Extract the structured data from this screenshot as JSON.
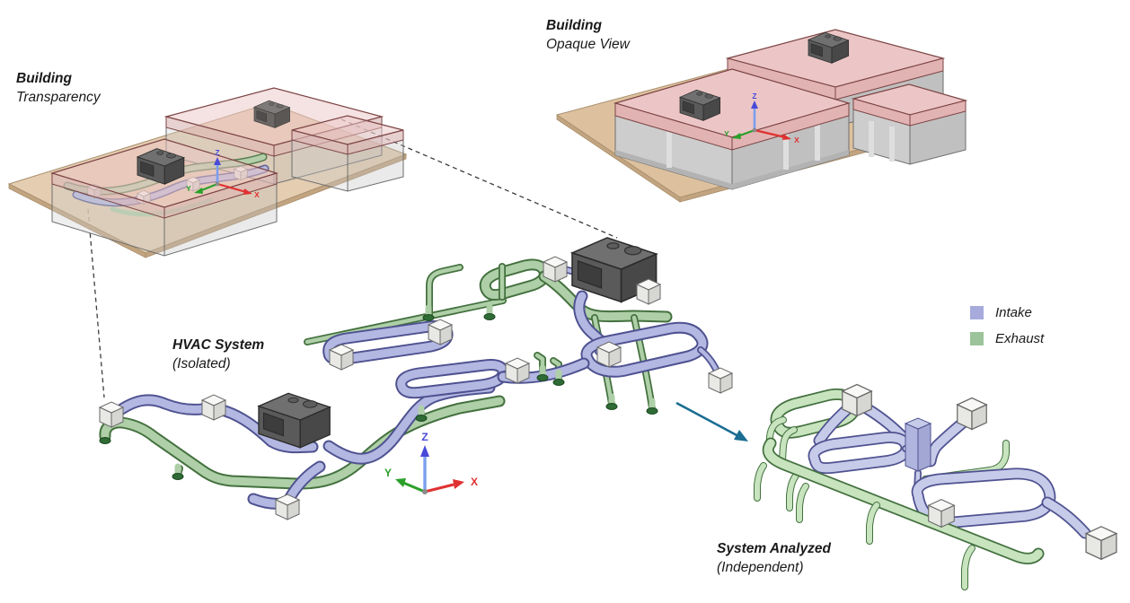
{
  "figure": {
    "panels": {
      "transparent_building": {
        "title": "Building",
        "subtitle": "Transparency"
      },
      "opaque_building": {
        "title": "Building",
        "subtitle": "Opaque View"
      },
      "hvac_system": {
        "title": "HVAC System",
        "subtitle": "(Isolated)"
      },
      "analyzed_system": {
        "title": "System Analyzed",
        "subtitle": "(Independent)"
      }
    },
    "legend": {
      "items": [
        {
          "label": "Intake"
        },
        {
          "label": "Exhaust"
        }
      ]
    },
    "axes": {
      "x": "X",
      "y": "Y",
      "z": "Z"
    },
    "colors": {
      "background": "#ffffff",
      "text": "#1a1a1a",
      "intake_fill": "#b3b8e2",
      "intake_edge": "#4f5290",
      "intake_solid": "#c6cbe9",
      "exhaust_fill": "#aecfa7",
      "exhaust_edge": "#44713f",
      "exhaust_solid": "#c7e4bf",
      "legend_intake": "#a6abdc",
      "legend_exhaust": "#9cc49a",
      "ground": "#ddc19e",
      "ground_edge": "#a98f6d",
      "ground_side": "#c2a480",
      "wall": "#cdcdcd",
      "wall_dark": "#c0c0c0",
      "wall_edge": "#6e6e6e",
      "roof": "#e2b3b3",
      "roof_top": "#ecc6c6",
      "roof_edge": "#7c4444",
      "ahu_top": "#707070",
      "ahu_left": "#5a5a5a",
      "ahu_right": "#484848",
      "ahu_edge": "#2b2b2b",
      "cube_top": "#f8f8f6",
      "cube_left": "#e8e8e5",
      "cube_right": "#d6d6d3",
      "cube_edge": "#6a6a6a",
      "cap": "#2f6b35",
      "cap_edge": "#1d4a22",
      "axis_x": "#e03131",
      "axis_y": "#2aa02a",
      "axis_z": "#4949d8",
      "arrow": "#1b6d93",
      "dash": "#3c3c3c"
    }
  }
}
